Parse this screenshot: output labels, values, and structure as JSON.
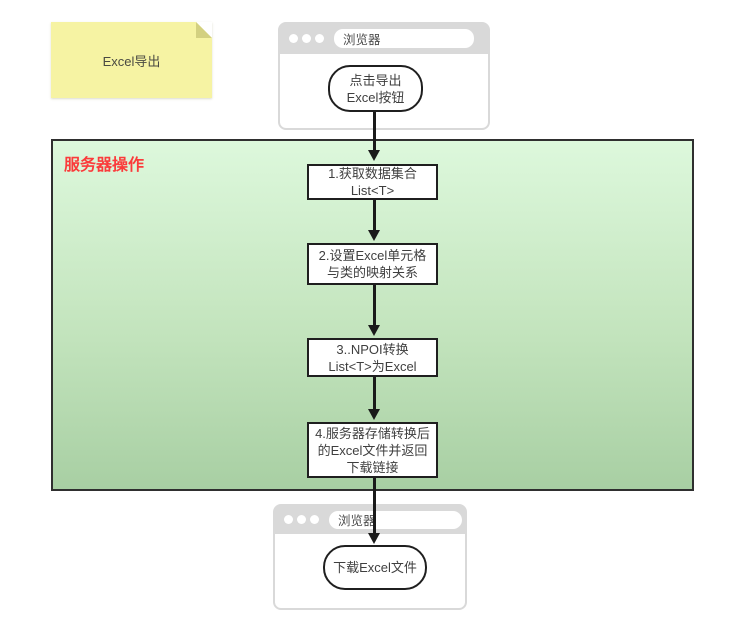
{
  "note": {
    "text": "Excel导出"
  },
  "top_browser": {
    "title": "浏览器",
    "node": {
      "line1": "点击导出",
      "line2": "Excel按钮"
    }
  },
  "server_panel": {
    "label": "服务器操作",
    "steps": [
      {
        "lines": [
          "1.获取数据集合",
          "List<T>"
        ]
      },
      {
        "lines": [
          "2.设置Excel单元格",
          "与类的映射关系"
        ]
      },
      {
        "lines": [
          "3..NPOI转换",
          "List<T>为Excel"
        ]
      },
      {
        "lines": [
          "4.服务器存储转换后",
          "的Excel文件并返回",
          "下载链接"
        ]
      }
    ]
  },
  "bottom_browser": {
    "title": "浏览器",
    "node": {
      "line1": "下载Excel文件"
    }
  },
  "colors": {
    "panel_gradient_top": "#ddf8dc",
    "panel_gradient_bottom": "#a8cfa3",
    "panel_label_red": "#fb3b3b",
    "note_yellow": "#f6f3a3",
    "note_fold": "#d3d080",
    "browser_chrome": "#d9d9d9",
    "arrow_black": "#1a1a1a"
  }
}
